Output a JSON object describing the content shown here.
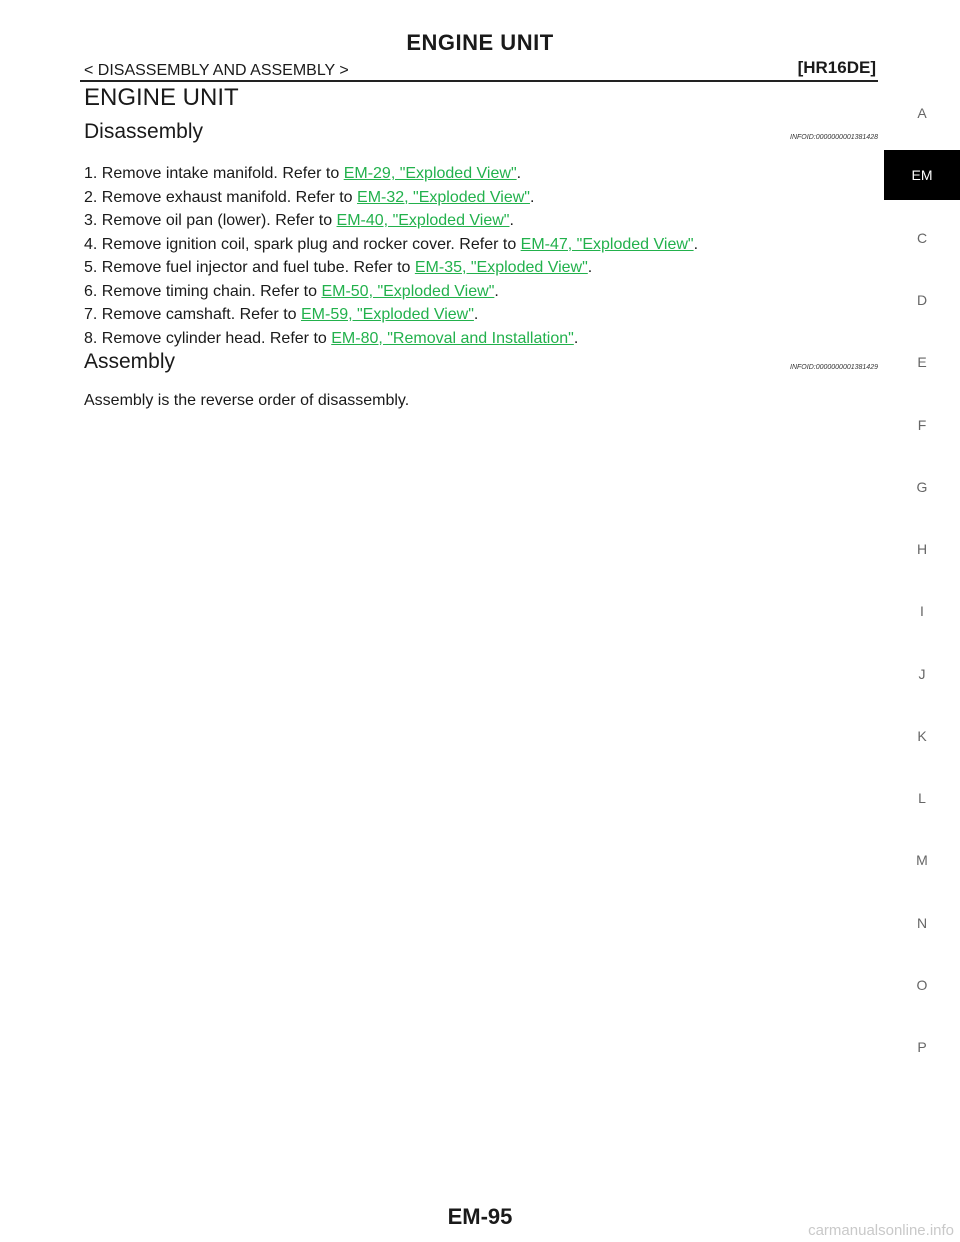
{
  "header": {
    "title": "ENGINE UNIT",
    "section": "< DISASSEMBLY AND ASSEMBLY >",
    "model": "[HR16DE]"
  },
  "doc_title": "ENGINE UNIT",
  "disassembly": {
    "heading": "Disassembly",
    "infoid": "INFOID:0000000001381428",
    "steps": [
      {
        "text": "1. Remove intake manifold. Refer to ",
        "link": "EM-29, \"Exploded View\""
      },
      {
        "text": "2. Remove exhaust manifold. Refer to ",
        "link": "EM-32, \"Exploded View\""
      },
      {
        "text": "3. Remove oil pan (lower). Refer to ",
        "link": "EM-40, \"Exploded View\""
      },
      {
        "text": "4. Remove ignition coil, spark plug and rocker cover. Refer to ",
        "link": "EM-47, \"Exploded View\""
      },
      {
        "text": "5. Remove fuel injector and fuel tube. Refer to ",
        "link": "EM-35, \"Exploded View\""
      },
      {
        "text": "6. Remove timing chain. Refer to ",
        "link": "EM-50, \"Exploded View\""
      },
      {
        "text": "7. Remove camshaft. Refer to ",
        "link": "EM-59, \"Exploded View\""
      },
      {
        "text": "8. Remove cylinder head. Refer to ",
        "link": "EM-80, \"Removal and Installation\""
      }
    ]
  },
  "assembly": {
    "heading": "Assembly",
    "infoid": "INFOID:0000000001381429",
    "text": "Assembly is the reverse order of disassembly."
  },
  "side_tabs": [
    "A",
    "EM",
    "C",
    "D",
    "E",
    "F",
    "G",
    "H",
    "I",
    "J",
    "K",
    "L",
    "M",
    "N",
    "O",
    "P"
  ],
  "active_tab": "EM",
  "footer": {
    "page_number": "EM-95"
  },
  "watermark": "carmanualsonline.info",
  "colors": {
    "link": "#22b14c",
    "active_tab_bg": "#000000"
  }
}
